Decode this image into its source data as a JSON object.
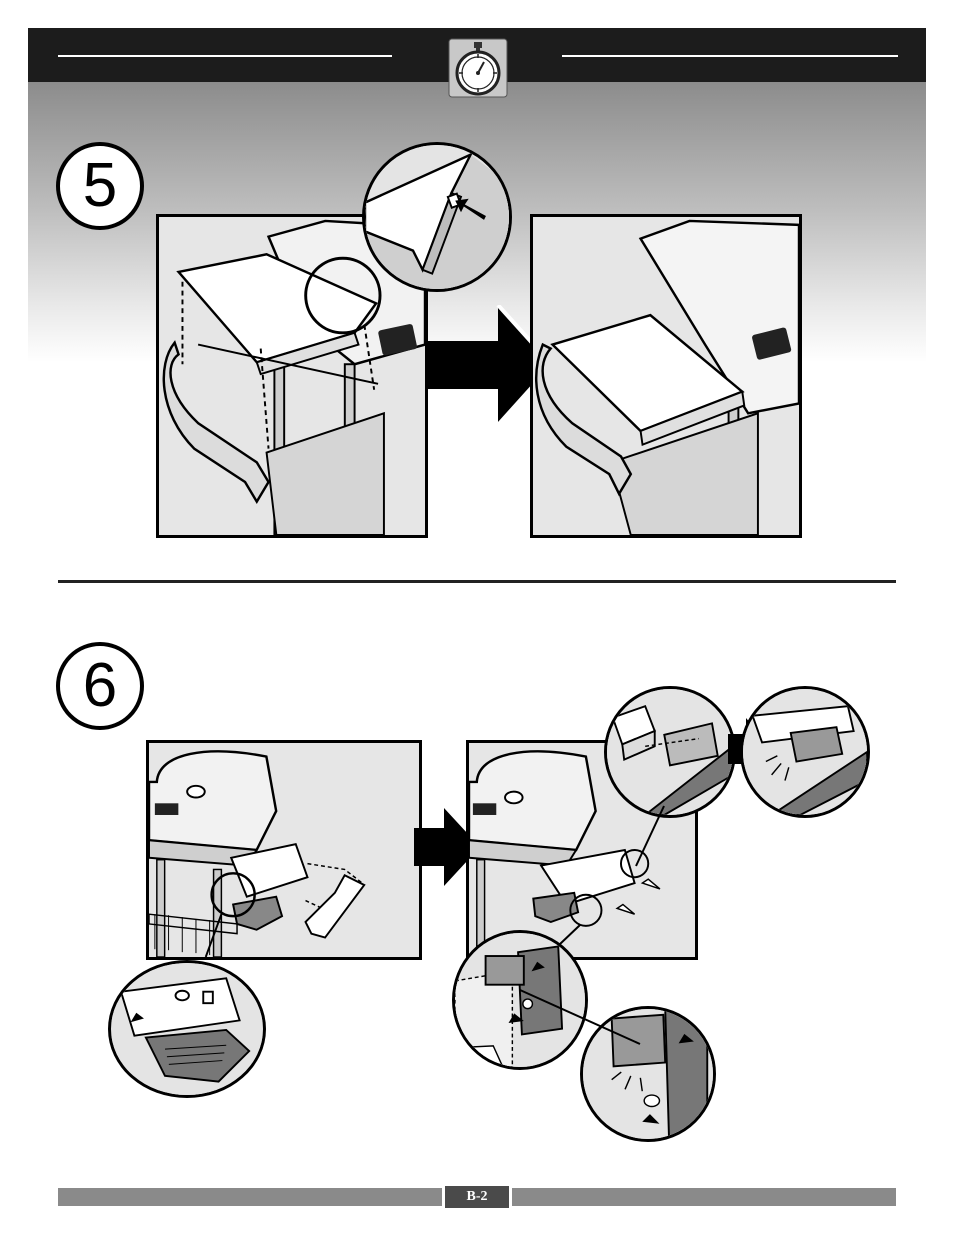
{
  "header": {
    "icon": "stopwatch-icon"
  },
  "steps": [
    {
      "number": "5"
    },
    {
      "number": "6"
    }
  ],
  "footer": {
    "page_number": "B-2"
  },
  "colors": {
    "header": "#1c1c1c",
    "panel_background": "#e6e6e6",
    "footer_bar": "#8a8a8a"
  }
}
